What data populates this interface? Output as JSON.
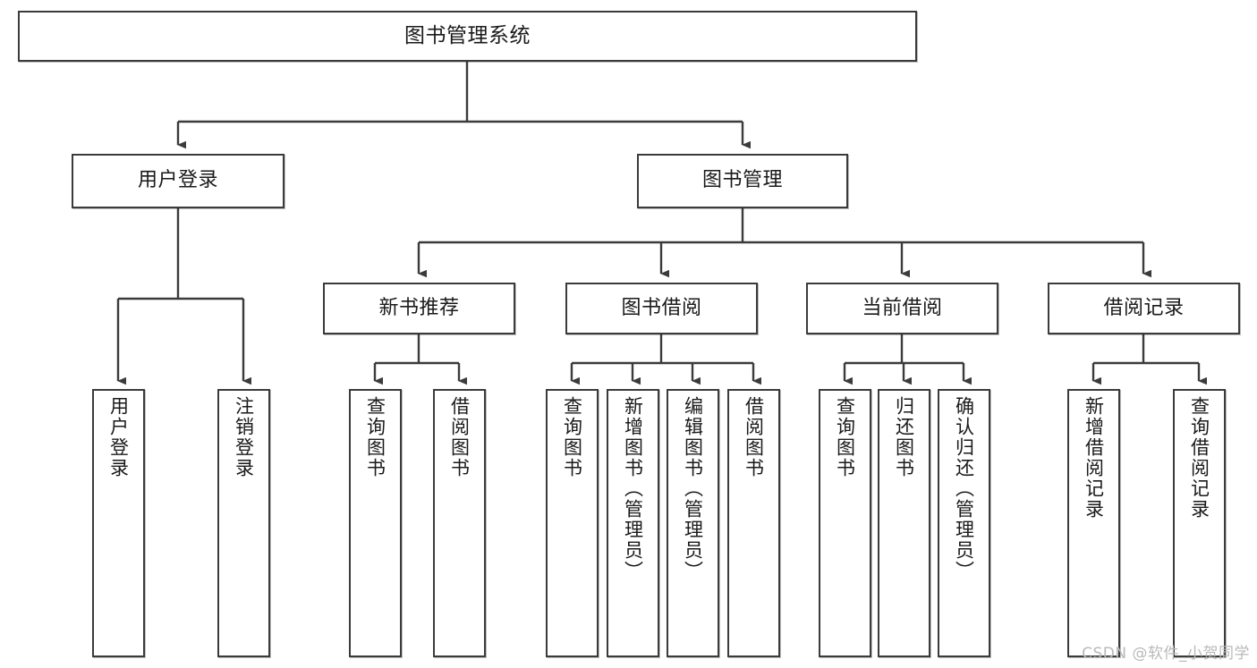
{
  "diagram": {
    "title": "图书管理系统",
    "type": "tree",
    "watermark": "CSDN @软件_小贺同学",
    "stroke_color": "#3b3b3b",
    "background_color": "#ffffff",
    "text_color": "#1a1a1a",
    "watermark_color": "#b9b9b9"
  },
  "nodes": {
    "root": {
      "label": "图书管理系统"
    },
    "level2": [
      {
        "id": "user-login",
        "label": "用户登录"
      },
      {
        "id": "book-management",
        "label": "图书管理"
      }
    ],
    "level3": [
      {
        "id": "new-book-recommend",
        "label": "新书推荐"
      },
      {
        "id": "book-borrow",
        "label": "图书借阅"
      },
      {
        "id": "current-borrow",
        "label": "当前借阅"
      },
      {
        "id": "borrow-record",
        "label": "借阅记录"
      }
    ],
    "leaves": {
      "user_login": [
        {
          "id": "leaf-user-login",
          "label": "用户登录"
        },
        {
          "id": "leaf-logout-login",
          "label": "注销登录"
        }
      ],
      "new_book_recommend": [
        {
          "id": "leaf-query-book-1",
          "label": "查询图书"
        },
        {
          "id": "leaf-borrow-book-1",
          "label": "借阅图书"
        }
      ],
      "book_borrow": [
        {
          "id": "leaf-query-book-2",
          "label": "查询图书"
        },
        {
          "id": "leaf-add-book",
          "label": "新增图书（管理员）"
        },
        {
          "id": "leaf-edit-book",
          "label": "编辑图书（管理员）"
        },
        {
          "id": "leaf-borrow-book-2",
          "label": "借阅图书"
        }
      ],
      "current_borrow": [
        {
          "id": "leaf-query-book-3",
          "label": "查询图书"
        },
        {
          "id": "leaf-return-book",
          "label": "归还图书"
        },
        {
          "id": "leaf-confirm-return",
          "label": "确认归还（管理员）"
        }
      ],
      "borrow_record": [
        {
          "id": "leaf-add-record",
          "label": "新增借阅记录"
        },
        {
          "id": "leaf-query-record",
          "label": "查询借阅记录"
        }
      ]
    }
  }
}
